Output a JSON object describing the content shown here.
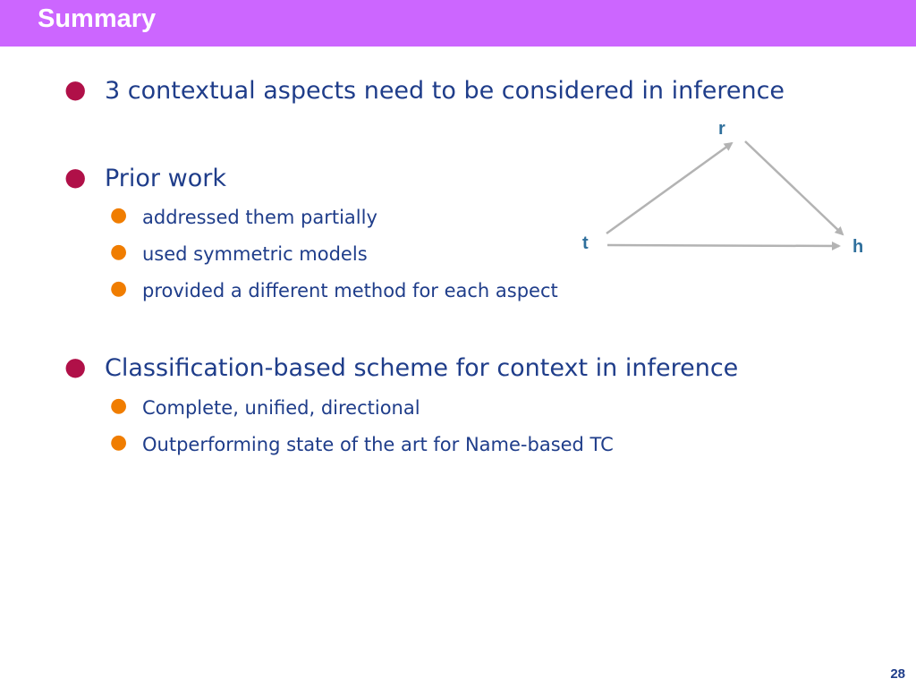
{
  "title": "Summary",
  "bullets": [
    {
      "text": "3 contextual aspects need to be considered in inference",
      "sub": []
    },
    {
      "text": "Prior work",
      "sub": [
        "addressed them partially",
        "used symmetric models",
        "provided a different method for each aspect"
      ]
    },
    {
      "text": "Classification-based scheme for context in inference",
      "sub": [
        "Complete, unified, directional",
        "Outperforming state of the art for Name-based TC"
      ]
    }
  ],
  "diagram": {
    "nodes": {
      "r": "r",
      "t": "t",
      "h": "h"
    },
    "edges": [
      {
        "from": "t",
        "to": "r"
      },
      {
        "from": "r",
        "to": "h"
      },
      {
        "from": "t",
        "to": "h"
      }
    ]
  },
  "page_number": "28",
  "colors": {
    "title_bar": "#cc66ff",
    "text": "#1f3d8a",
    "bullet_l1": "#b01048",
    "bullet_l2": "#f07d00",
    "diagram_label": "#2f6f9c",
    "arrow": "#b3b3b3"
  }
}
